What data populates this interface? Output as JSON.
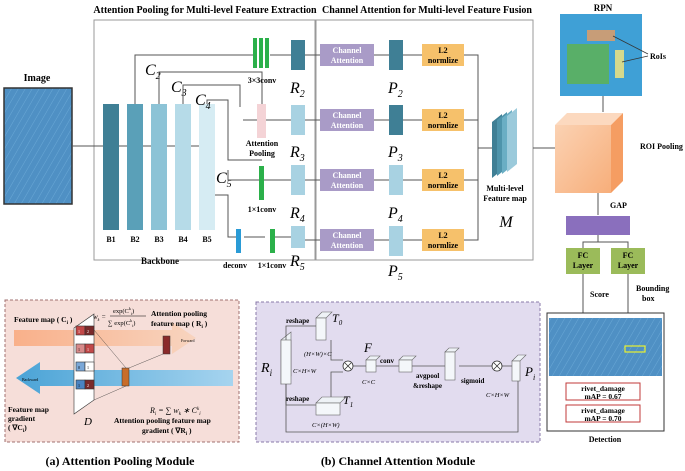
{
  "titles": {
    "attention_pooling": "Attention Pooling for Multi-level Feature Extraction",
    "channel_attention": "Channel Attention for Multi-level Feature Fusion",
    "rpn": "RPN"
  },
  "image": {
    "label": "Image"
  },
  "backbone": {
    "label": "Backbone",
    "blocks": [
      "B1",
      "B2",
      "B3",
      "B4",
      "B5"
    ],
    "features": [
      "C",
      "C",
      "C",
      "C"
    ],
    "feature_subs": [
      "2",
      "3",
      "4",
      "5"
    ]
  },
  "ops": {
    "conv3": "3×3conv",
    "attn_pool_1": "Attention",
    "attn_pool_2": "Pooling",
    "conv1": "1×1conv",
    "deconv": "deconv",
    "conv1b": "1×1conv"
  },
  "rfeat": {
    "letter": "R",
    "subs": [
      "2",
      "3",
      "4",
      "5"
    ]
  },
  "chan": {
    "line1": "Channel",
    "line2": "Attention"
  },
  "pfeat": {
    "letter": "P",
    "subs": [
      "2",
      "3",
      "4",
      "5"
    ]
  },
  "l2": {
    "line1": "L2",
    "line2": "normlize"
  },
  "fmap": {
    "line1": "Multi-level",
    "line2": "Feature map",
    "symbol": "M"
  },
  "rois": "RoIs",
  "roi_pooling": "ROI Pooling",
  "gap": "GAP",
  "fc": {
    "line1": "FC",
    "line2": "Layer"
  },
  "score": "Score",
  "bbox": {
    "line1": "Bounding",
    "line2": "box"
  },
  "detections": [
    {
      "label": "rivet_damage",
      "map": "mAP = 0.67"
    },
    {
      "label": "rivet_damage",
      "map": "mAP = 0.70"
    }
  ],
  "detection_label": "Detection",
  "module_a": {
    "title": "(a)  Attention Pooling Module",
    "feature_map": "Feature map ( C",
    "feature_map_sub": "i",
    "forward": "Forward",
    "backward": "Backward",
    "weight_num": "exp(C",
    "weight_eq": "w",
    "attn_out_1": "Attention pooling",
    "attn_out_2": "feature map ( R",
    "formula": "R",
    "formula_rest": " = ∑ w",
    "grad_left_1": "Feature map",
    "grad_left_2": "gradient",
    "grad_left_3": "( ∇C",
    "grad_right_1": "Attention pooling feature map",
    "grad_right_2": "gradient ( ∇R",
    "d_symbol": "D",
    "cell_values": [
      "1",
      "2",
      "1",
      "1",
      "0",
      "1",
      "1",
      "2"
    ]
  },
  "module_b": {
    "title": "(b)  Channel Attention Module",
    "reshape": "reshape",
    "t0": "T",
    "t0_sub": "0",
    "t1": "T",
    "t1_sub": "1",
    "t0_dim": "(H×W)×C",
    "t1_dim": "C×(H×W)",
    "ri": "R",
    "ri_sub": "i",
    "ri_dim": "C×H×W",
    "f": "F",
    "f_dim": "C×C",
    "conv": "conv",
    "avgpool_1": "avgpool",
    "avgpool_2": "&reshape",
    "sigmoid": "sigmoid",
    "pi": "P",
    "pi_sub": "i",
    "pi_dim": "C×H×W"
  },
  "colors": {
    "backbone_dark": "#3f7f95",
    "backbone_mid": "#5fa7bf",
    "backbone_light": "#a8d2e2",
    "green": "#2bb04a",
    "pink": "#f4d3d6",
    "purple": "#a99bc7",
    "l2": "#f6c16b",
    "roi_pool": "#f7bb8e",
    "gap": "#8a6fbd",
    "fc": "#9bbb5a",
    "panel_a": "#f6ded9",
    "panel_b": "#e2dcef"
  }
}
